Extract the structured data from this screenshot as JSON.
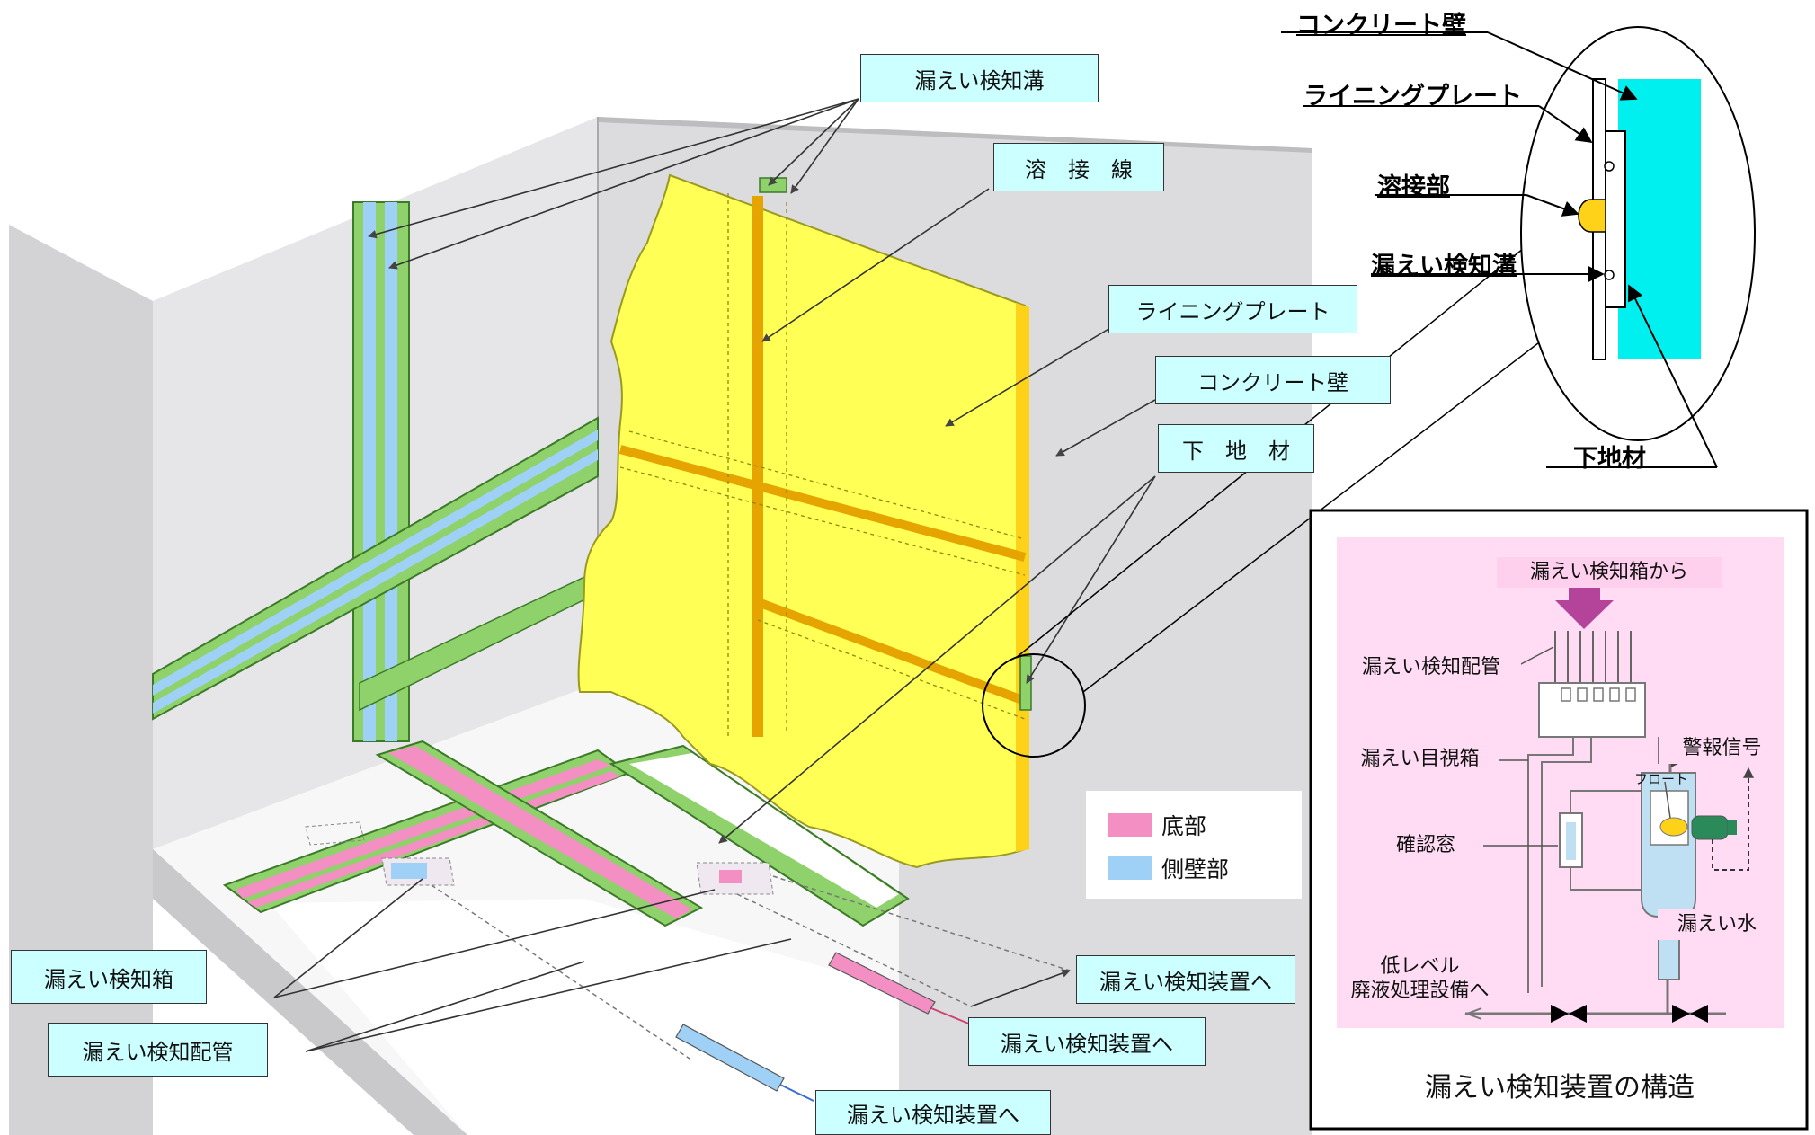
{
  "labels": {
    "groove": "漏えい検知溝",
    "weld_line": "溶　接　線",
    "lining_plate": "ライニングプレート",
    "concrete_wall": "コンクリート壁",
    "base_material": "下　地　材",
    "detect_box": "漏えい検知箱",
    "detect_pipe": "漏えい検知配管",
    "to_device": "漏えい検知装置へ"
  },
  "legend": {
    "bottom": "底部",
    "side": "側壁部",
    "bottom_color": "#f48fc4",
    "side_color": "#9fd0f5"
  },
  "detail": {
    "concrete_wall": "コンクリート壁",
    "lining_plate": "ライニングプレート",
    "weld": "溶接部",
    "groove": "漏えい検知溝",
    "base_material": "下地材"
  },
  "device": {
    "from_box": "漏えい検知箱から",
    "pipe": "漏えい検知配管",
    "visual_box": "漏えい目視箱",
    "alarm": "警報信号",
    "float": "フロート",
    "window": "確認窓",
    "leak_water": "漏えい水",
    "low_level_1": "低レベル",
    "low_level_2": "廃液処理設備へ",
    "caption": "漏えい検知装置の構造"
  },
  "colors": {
    "lining": "#ffff55",
    "channel": "#8fd16a",
    "label_bg": "#ccffff",
    "concrete": "#00f0f0",
    "panel_bg": "#ffdcf4"
  }
}
